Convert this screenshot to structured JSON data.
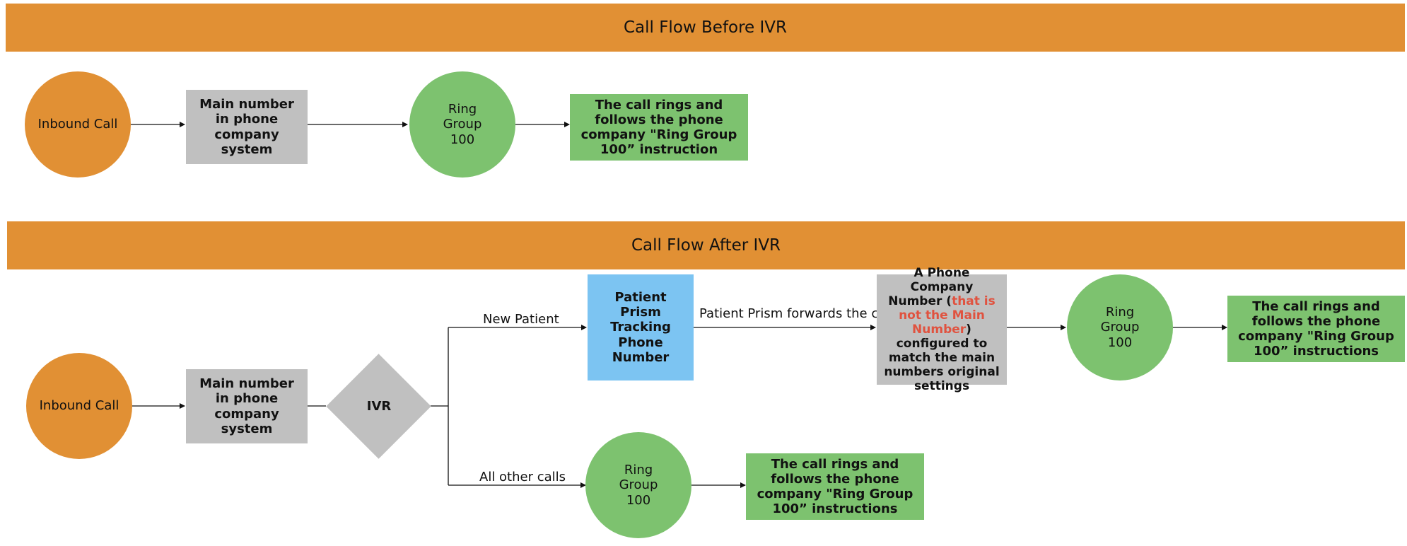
{
  "before": {
    "title": "Call Flow Before IVR",
    "inbound_call": "Inbound Call",
    "main_number": "Main number in phone company system",
    "ring_group": "Ring Group 100",
    "result": "The call rings and follows the phone company \"Ring Group 100” instruction"
  },
  "after": {
    "title": "Call Flow After IVR",
    "inbound_call": "Inbound Call",
    "main_number": "Main number in phone company system",
    "ivr": "IVR",
    "label_new_patient": "New Patient",
    "label_all_other": "All other calls",
    "tracking_number": "Patient Prism Tracking Phone Number",
    "label_forwards": "Patient Prism forwards the call",
    "phone_company_number": {
      "part1": "A Phone Company Number (",
      "highlight": "that is not the Main Number",
      "part2": ") configured to match the main numbers original settings"
    },
    "ring_group_top": "Ring Group 100",
    "result_top": "The call rings and follows the phone company \"Ring Group 100” instructions",
    "ring_group_bottom": "Ring Group 100",
    "result_bottom": "The call rings and follows the phone company \"Ring Group 100” instructions"
  },
  "colors": {
    "orange": "#e19034",
    "green": "#7dc26f",
    "gray": "#c0c0c0",
    "blue": "#7cc4f2",
    "highlight_red": "#e0523f"
  }
}
